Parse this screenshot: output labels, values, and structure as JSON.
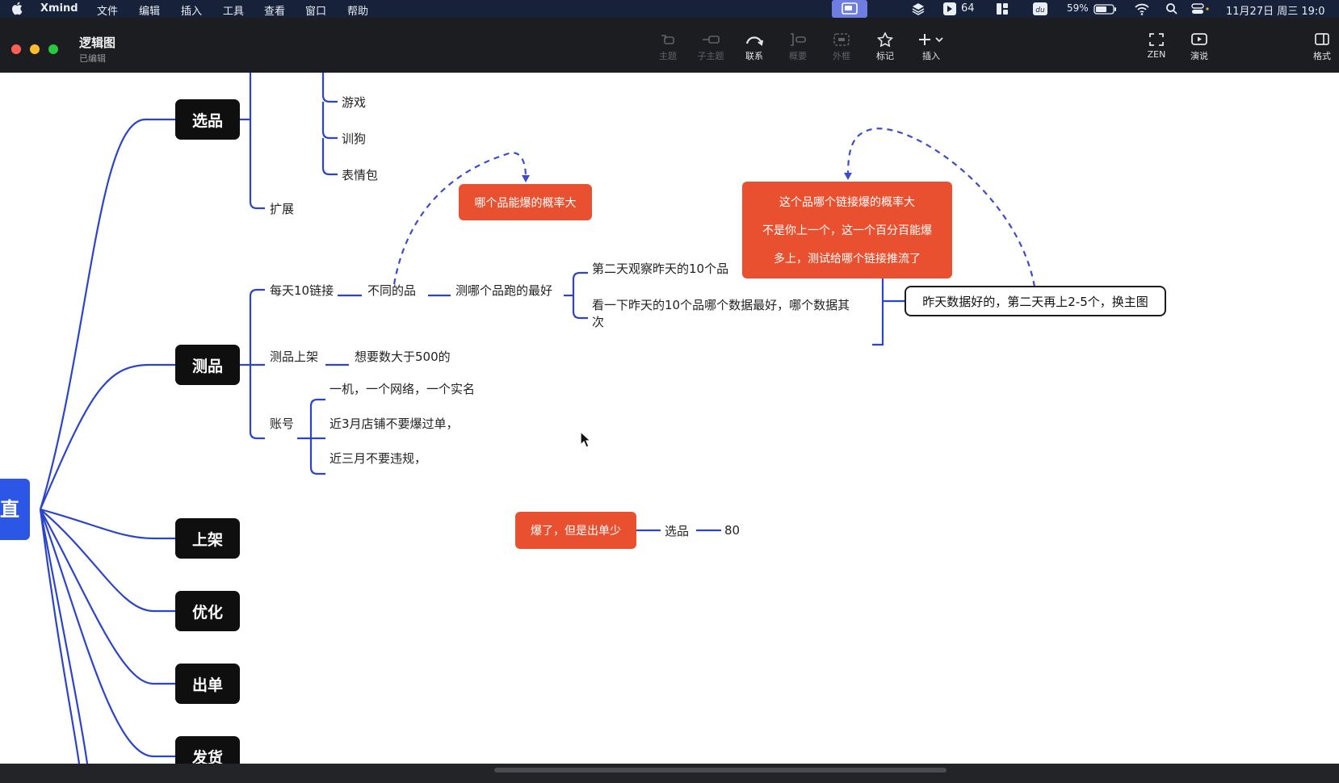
{
  "menubar": {
    "app": "Xmind",
    "menus": [
      "文件",
      "编辑",
      "插入",
      "工具",
      "查看",
      "窗口",
      "帮助"
    ],
    "status": {
      "badge_count": "64",
      "battery": "59%",
      "datetime": "11月27日 周三  19:0"
    }
  },
  "window": {
    "title": "逻辑图",
    "status": "已编辑"
  },
  "toolbar": {
    "topic": "主题",
    "subtopic": "子主题",
    "relationship": "联系",
    "summary": "概要",
    "boundary": "外框",
    "marker": "标记",
    "insert": "插入",
    "zen": "ZEN",
    "present": "演说",
    "format": "格式"
  },
  "mindmap": {
    "central": "直",
    "main_topics": {
      "xuanpin": "选品",
      "cepin": "测品",
      "shangjia": "上架",
      "youhua": "优化",
      "chudan": "出单",
      "fahuo": "发货"
    },
    "xuanpin_children": {
      "youxi": "游戏",
      "xungou": "训狗",
      "biaoqingbao": "表情包",
      "kuozhan": "扩展"
    },
    "cepin_children": {
      "meitian": "每天10链接",
      "butong": "不同的品",
      "ce_nage": "测哪个品跑的最好",
      "dier_tian": "第二天观察昨天的10个品",
      "kan_yixia_line1": "看一下昨天的10个品哪个数据最好，哪个数据其",
      "kan_yixia_line2": "次",
      "shangjia_ce": "测品上架",
      "xiangyao": "想要数大于500的",
      "zhanghao": "账号",
      "yiji": "一机，一个网络，一个实名",
      "jin3yue": "近3月店铺不要爆过单，",
      "jin_san_yue": "近三月不要违规，"
    },
    "floating": {
      "nage_bao": "哪个品能爆的概率大",
      "box_line1": "这个品哪个链接爆的概率大",
      "box_line2": "不是你上一个，这一个百分百能爆",
      "box_line3": "多上，测试给哪个链接推流了",
      "zuotian": "昨天数据好的，第二天再上2-5个，换主图",
      "baole": "爆了，但是出单少",
      "xuanpin2": "选品",
      "eighty": "80"
    }
  },
  "colors": {
    "branch": "#2b44c9",
    "central": "#2b56e6",
    "accent_red": "#e8502f",
    "relationship_dash": "#3b4ccf"
  }
}
